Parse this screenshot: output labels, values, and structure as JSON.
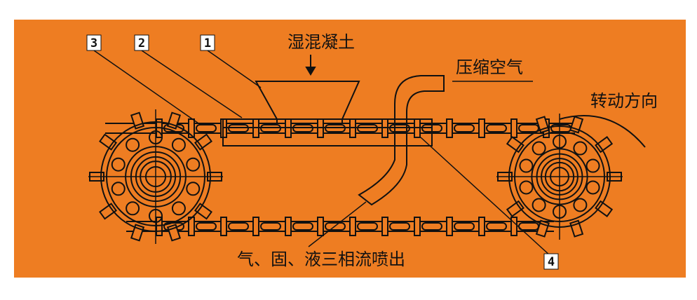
{
  "colors": {
    "background": "#ee7d22",
    "page": "#ffffff",
    "line": "#111111",
    "white": "#ffffff"
  },
  "labels": {
    "wet_concrete": "湿混凝土",
    "compressed_air": "压缩空气",
    "rotation_direction": "转动方向",
    "three_phase_output": "气、固、液三相流喷出"
  },
  "callouts": {
    "n1": "1",
    "n2": "2",
    "n3": "3",
    "n4": "4"
  },
  "icons": {
    "arrow": "arrow-down-icon",
    "sprocket": "sprocket-icon"
  }
}
